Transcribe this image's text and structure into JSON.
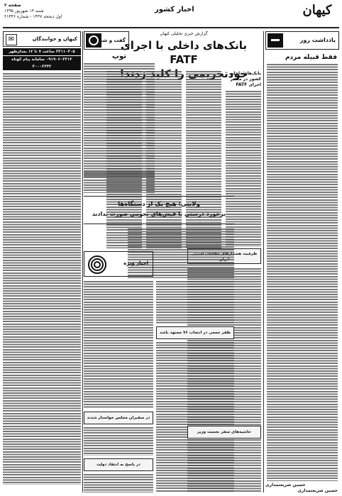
{
  "masthead": {
    "logo_text": "کیهان",
    "section_label": "اخبار کشور",
    "page_number": "صفحه ۲",
    "date_line": "شنبه ۱۳ شهریور ۱۳۹۵",
    "issue_line": "اول ذیحجه ۱۴۳۷ - شماره ۲۱۴۴۶"
  },
  "left_column": {
    "header": "یادداشت روز",
    "title": "فقط قبیله مردم",
    "author": "حسین شریعتمداری"
  },
  "lead_story": {
    "kicker": "گزارش خبری تحلیلی کیهان",
    "headline_line1": "بانک‌های داخلی با اجرای FATF",
    "headline_line2": "خودتحریمی را کلید زدند!",
    "subhead": "بانک‌های داخلی کشور در مسیر اجرای FATF",
    "box_title": "ظرفیت هشدارهای مقامات امنیتی ایران"
  },
  "tup_column": {
    "section": "گفت و شنود",
    "title": "توپ"
  },
  "kayhan_readers": {
    "title": "کیهان و خوانندگان",
    "phone_line1": "۳۳۱۱۰۳۰۵ ساعت ۷ تا ۱۲ بعدازظهر",
    "phone_line2": "۰۹۱۹۰۶۰۳۳۱۲ سامانه پیام کوتاه ۳۰۰۰۲۳۳۲"
  },
  "middle_story": {
    "headline_line1": "ولایتی: هیچ یک از دستگاه‌ها",
    "headline_line2": "برخورد درستی با فیش‌های نجومی صورت ندادند"
  },
  "spiral_section": {
    "label": "اخبار ویژه"
  },
  "inner_boxes": [
    {
      "title": "ظفر جمعی در انتخاب ۷۶ مجتهد باشد"
    },
    {
      "title": "در سفیران مجلس خواستار شدند"
    },
    {
      "title": "در پاسخ به انتقاد دولت"
    },
    {
      "title": "حاشیه‌های سفر نخست وزیر"
    }
  ],
  "footer": {
    "signature": "حسین شریعتمداری"
  }
}
